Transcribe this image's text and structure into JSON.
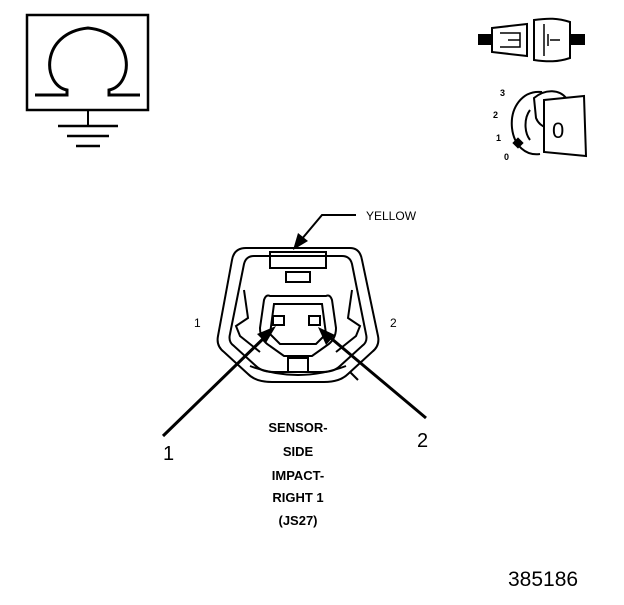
{
  "wire_color_label": "YELLOW",
  "pin_labels": {
    "left": "1",
    "right": "2"
  },
  "callouts": {
    "left": "1",
    "right": "2"
  },
  "connector_title": [
    "SENSOR-",
    "SIDE",
    "IMPACT-",
    "RIGHT 1",
    "(JS27)"
  ],
  "ignition_positions": [
    "3",
    "2",
    "1",
    "0"
  ],
  "key_label": "0",
  "figure_number": "385186",
  "icons": {
    "meter": "ohmmeter-icon",
    "ground": "ground-icon",
    "connector": "disconnected-connector-icon",
    "key": "ignition-key-icon"
  }
}
